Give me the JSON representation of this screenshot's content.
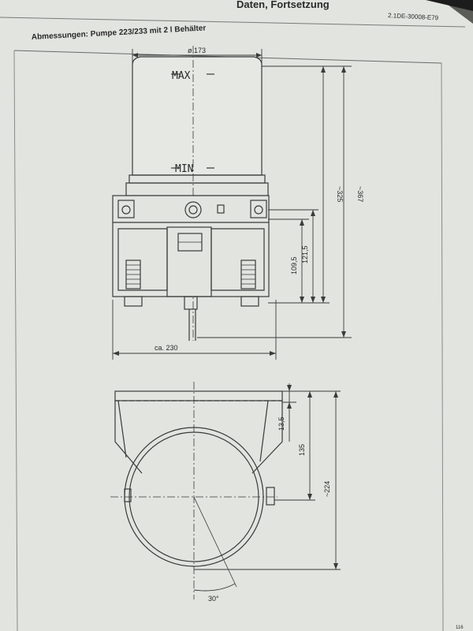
{
  "header": {
    "top_title": "Daten, Fortsetzung",
    "doc_number": "2.1DE-30008-E79",
    "section_title": "Abmessungen: Pumpe 223/233 mit 2 l Behälter",
    "page_number": "116"
  },
  "front_view": {
    "reservoir_max": "MAX",
    "reservoir_min": "MIN",
    "dim_diameter": "ø 173",
    "dim_height_reservoir": "~325",
    "dim_height_total": "~367",
    "dim_109": "109,5",
    "dim_121": "121,5",
    "dim_width": "ca. 230"
  },
  "top_view": {
    "dim_13": "13,5",
    "dim_135": "135",
    "dim_224": "~224",
    "dim_angle": "30°"
  },
  "colors": {
    "paper": "#e4e6e2",
    "line": "#3a3a3a",
    "background": "#5b5b58"
  }
}
